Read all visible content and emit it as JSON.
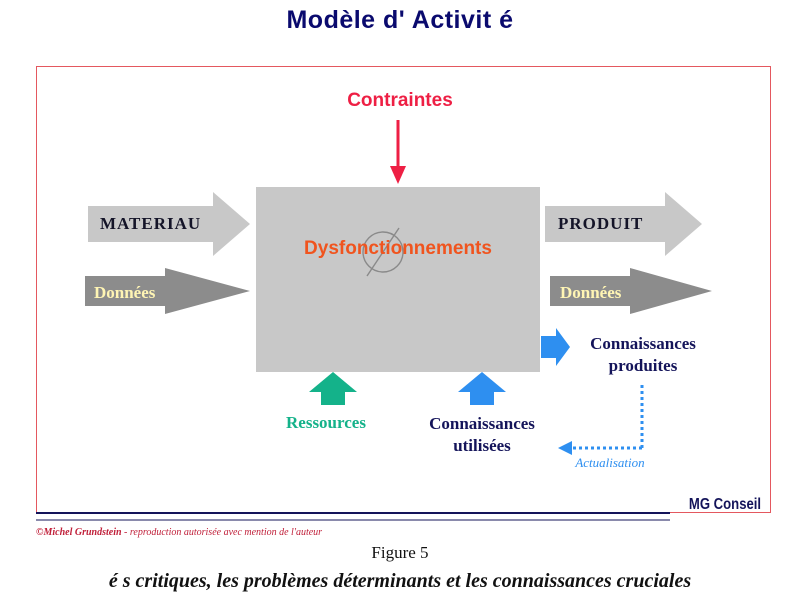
{
  "title": "Modèle d' Activit é",
  "constraint": {
    "label": "Contraintes"
  },
  "center": {
    "label": "Dysfonctionnements",
    "symbol": "empty-set-icon"
  },
  "inputs": {
    "materiau": "MATERIAU",
    "donnees": "Données"
  },
  "outputs": {
    "produit": "PRODUIT",
    "donnees": "Données"
  },
  "resources": {
    "ressources": "Ressources",
    "connaissances_line1": "Connaissances",
    "connaissances_line2": "utilisées"
  },
  "produced": {
    "line1": "Connaissances",
    "line2": "produites"
  },
  "feedback": {
    "label": "Actualisation"
  },
  "branding": {
    "name": "MG Conseil"
  },
  "copyright": {
    "author": "©Michel Grundstein",
    "text": " - reproduction autorisée avec mention de l'auteur"
  },
  "figure": {
    "label": "Figure 5"
  },
  "caption": {
    "text": "é s critiques, les problèmes déterminants et les connaissances cruciales"
  },
  "colors": {
    "frame": "#e4585f",
    "constraint": "#ee1f44",
    "box": "#c8c8c8",
    "dys": "#f0541e",
    "green": "#14b28a",
    "blue": "#2e8ff0",
    "navy": "#14145a"
  }
}
